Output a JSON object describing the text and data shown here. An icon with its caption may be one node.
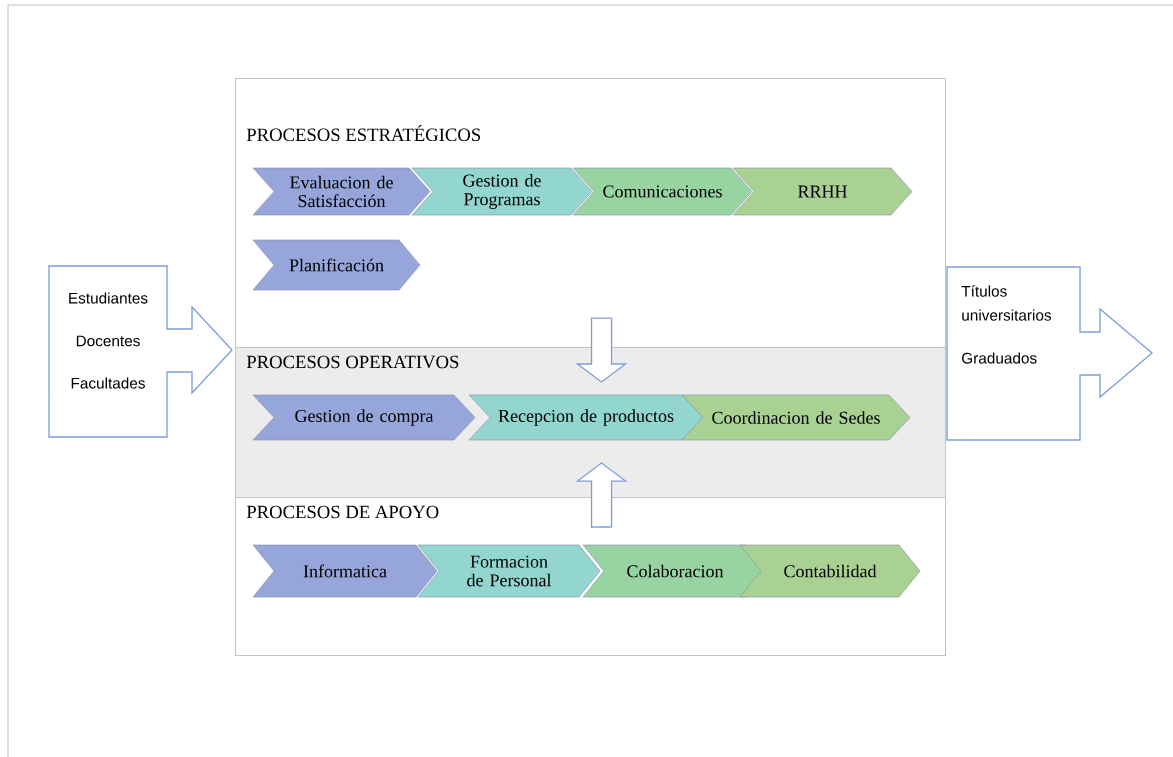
{
  "diagram": {
    "nodes": [
      {
        "text": [
          "Estudiantes",
          "Docentes",
          "Facultades"
        ]
      },
      {
        "text": [
          "PROCESOS ESTRATÉGICOS"
        ]
      },
      {
        "text": [
          "PROCESOS OPERATIVOS"
        ]
      },
      {
        "text": [
          "PROCESOS DE APOYO"
        ]
      },
      {
        "text": [
          "Evaluacion de Satisfacción"
        ],
        "in": 1
      },
      {
        "text": [
          "Gestion de Programas"
        ],
        "in": 1
      },
      {
        "text": [
          "Comunicaciones"
        ],
        "in": 1
      },
      {
        "text": [
          "RRHH"
        ],
        "in": 1
      },
      {
        "text": [
          "Planificación"
        ],
        "in": 1
      },
      {
        "text": [
          "Gestion de compra"
        ],
        "in": 2
      },
      {
        "text": [
          "Recepcion de productos"
        ],
        "in": 2
      },
      {
        "text": [
          "Coordinacion de Sedes"
        ],
        "in": 2
      },
      {
        "text": [
          "Informatica"
        ],
        "in": 3
      },
      {
        "text": [
          "Formacion de Personal"
        ],
        "in": 3
      },
      {
        "text": [
          "Colaboracion"
        ],
        "in": 3
      },
      {
        "text": [
          "Contabilidad"
        ],
        "in": 3
      },
      {
        "text": [
          "Títulos universitarios",
          "Graduados"
        ]
      }
    ],
    "edges": [
      {
        "from": 1,
        "to": 2,
        "arrow": "to"
      },
      {
        "from": 3,
        "to": 2,
        "arrow": "to"
      }
    ]
  }
}
